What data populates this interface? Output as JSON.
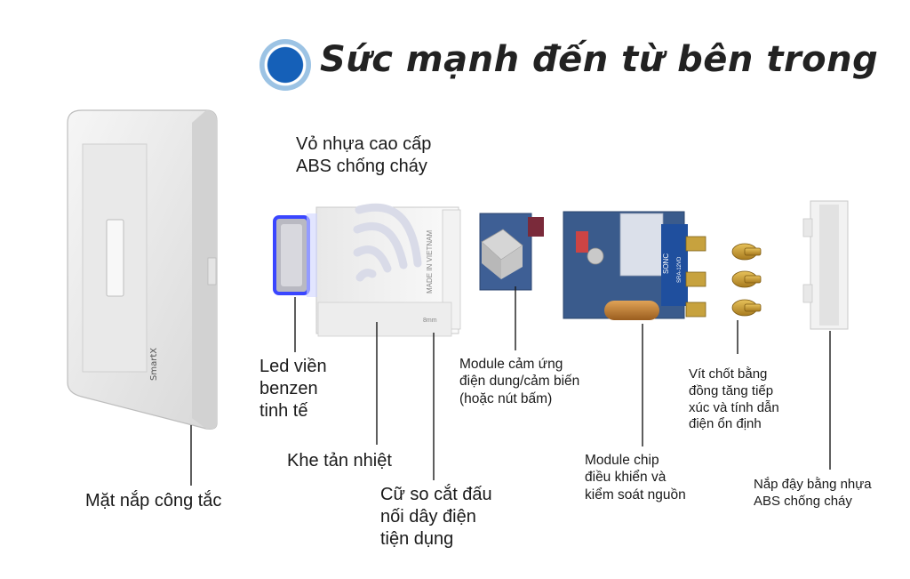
{
  "title": "Sức mạnh đến từ bên trong",
  "brand": "SmartX",
  "colors": {
    "accent_blue": "#1560b8",
    "led_blue": "#2a3cff",
    "pcb_blue": "#3a5b8c",
    "leader": "#1a1a1a"
  },
  "labels": {
    "shell": "Vỏ nhựa cao cấp\nABS chống cháy",
    "led": "Led viền\nbenzen\ntinh tế",
    "vent": "Khe tản nhiệt",
    "face": "Mặt nắp công tắc",
    "gauge": "Cữ so cắt đấu\nnối dây điện\ntiện dụng",
    "sensor": "Module cảm ứng\nđiện dung/cảm biến\n(hoặc nút bấm)",
    "chip": "Module chip\nđiều khiển và\nkiểm soát nguồn",
    "screws": "Vít chốt bằng\nđồng tăng tiếp\nxúc và tính dẫn\nđiện ổn định",
    "back": "Nắp đậy bằng nhựa\nABS chống cháy"
  },
  "part_marks": {
    "made_in": "MADE IN VIETNAM",
    "gauge_mark": "8mm",
    "relay_brand": "SONC",
    "relay_model": "SRA-12VD"
  }
}
